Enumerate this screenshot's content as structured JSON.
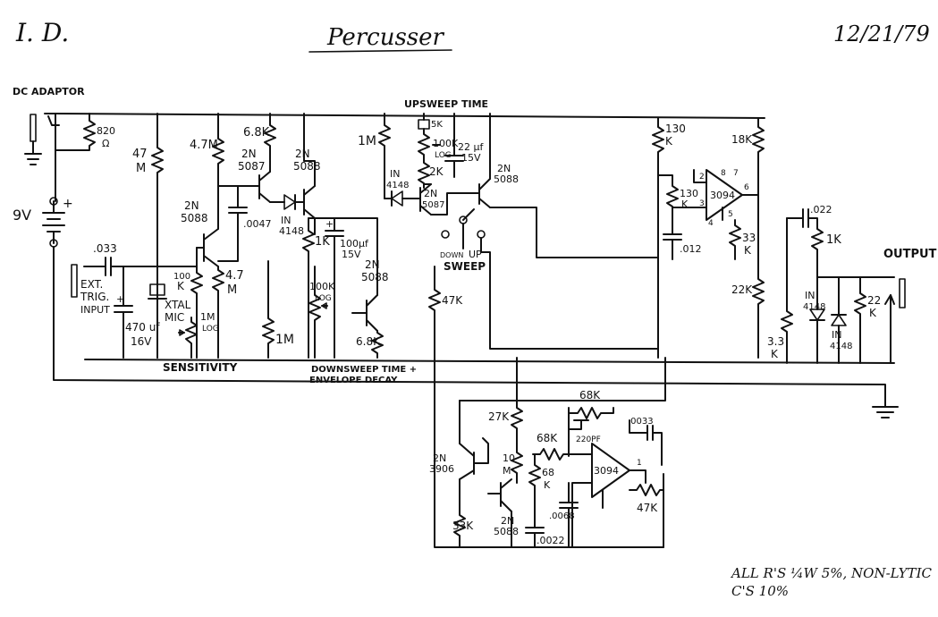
{
  "header": {
    "initials": "I. D.",
    "title": "Percusser",
    "date": "12/21/79"
  },
  "labels": {
    "dc_adaptor": "DC ADAPTOR",
    "battery": "9V",
    "r_820": "820",
    "ohm": "Ω",
    "r_47m": "47",
    "m": "M",
    "r_47m_b": "4.7M",
    "r_68k_top": "6.8K",
    "q_2n5087_a": "2N",
    "q_2n5087_a2": "5087",
    "q_2n5088_a": "2N",
    "q_2n5088_a2": "5088",
    "q_2n5088_b": "2N",
    "q_2n5088_b2": "5088",
    "c_0047": ".0047",
    "d_in4148_a": "IN",
    "d_in4148_a2": "4148",
    "r_1m_a": "1M",
    "r_1k_a": "1K",
    "c_100uf": "100µf",
    "c_100uf_v": "15V",
    "r_47_m_c": "4.7",
    "r_47_m_c2": "M",
    "r_100k": "100",
    "r_100k_2": "K",
    "c_033": ".033",
    "ext_trig": "EXT.",
    "ext_trig2": "TRIG.",
    "ext_trig3": "INPUT",
    "c_470": "470 uf",
    "c_470_v": "16V",
    "xtal": "XTAL",
    "xtal2": "MIC",
    "r_1m_log": "1M",
    "r_1m_log2": "LOG",
    "r_1m_b": "1M",
    "sensitivity": "SENSITIVITY",
    "r_100k_log": "100K",
    "r_100k_log2": "LOG",
    "q_2n5088_c": "2N",
    "q_2n5088_c2": "5088",
    "r_68k_mid": "6.8K",
    "downsweep": "DOWNSWEEP TIME +",
    "downsweep2": "ENVELOPE DECAY",
    "upsweep": "UPSWEEP TIME",
    "r_1m_c": "1M",
    "d_in4148_b": "IN",
    "d_in4148_b2": "4148",
    "r_100k_log_b": "100K",
    "r_100k_log_b2": "LOG",
    "r_5k": "5K",
    "r_2k": "2K",
    "c_22uf": "22 µf",
    "c_22uf_v": "15V",
    "q_2n5087_b": "2N",
    "q_2n5087_b2": "5087",
    "q_2n5088_d": "2N",
    "q_2n5088_d2": "5088",
    "sw_down": "DOWN",
    "sw_up": "UP",
    "sweep": "SWEEP",
    "r_47k_a": "47K",
    "r_130k_a": "130",
    "r_130k_a2": "K",
    "r_130k_b": "130",
    "r_130k_b2": "K",
    "c_012": ".012",
    "ic_3094_a": "3094",
    "r_18k": "18K",
    "r_33k": "33",
    "r_33k2": "K",
    "r_22k": "22K",
    "r_33k_b": "3.3",
    "r_33k_b2": "K",
    "c_022": ".022",
    "r_1k_b": "1K",
    "d_in4148_c": "IN",
    "d_in4148_c2": "4148",
    "d_in4148_d": "IN",
    "d_in4148_d2": "4148",
    "r_22k_out": "22",
    "r_22k_out2": "K",
    "output": "OUTPUT",
    "r_68k_b": "68K",
    "r_27k": "27K",
    "r_68k_c": "68K",
    "c_220pf": "220PF",
    "c_0033": ".0033",
    "q_2n3906": "2N",
    "q_2n3906_2": "3906",
    "r_10m": "10",
    "r_10m2": "M",
    "r_68k_d": "68",
    "r_68k_d2": "K",
    "ic_3094_b": "3094",
    "r_47k_b": "47K",
    "r_33k_c": "33K",
    "q_2n5088_e": "2N",
    "q_2n5088_e2": "5088",
    "c_0068": ".0068",
    "c_0022": ".0022",
    "pin_8": "8",
    "pin_2": "2",
    "pin_3": "3",
    "pin_4": "4",
    "pin_5": "5",
    "pin_6": "6",
    "pin_7": "7",
    "pin_1": "1"
  },
  "notes": {
    "line1": "ALL R'S ¼W 5%, NON-LYTIC",
    "line2": "C'S 10%"
  }
}
